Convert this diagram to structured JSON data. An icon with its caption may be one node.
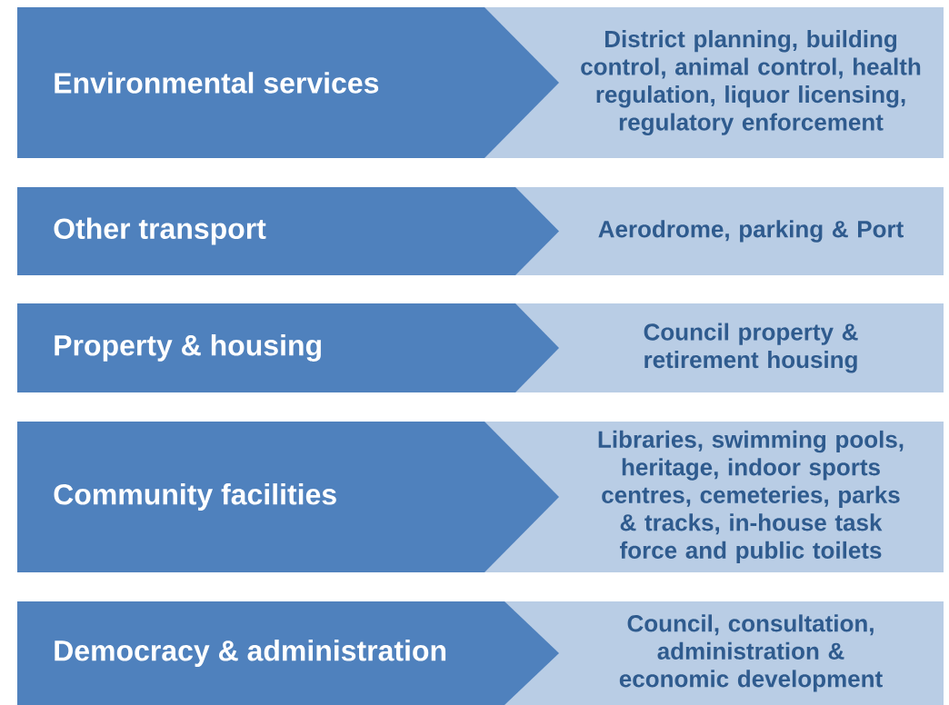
{
  "diagram": {
    "nodes": [
      {
        "text": [
          "Environmental services"
        ]
      },
      {
        "text": [
          "District planning, building control, animal control, health regulation, liquor licensing, regulatory enforcement"
        ]
      },
      {
        "text": [
          "Other transport"
        ]
      },
      {
        "text": [
          "Aerodrome, parking & Port"
        ]
      },
      {
        "text": [
          "Property & housing"
        ]
      },
      {
        "text": [
          "Council property & retirement housing"
        ]
      },
      {
        "text": [
          "Community facilities"
        ]
      },
      {
        "text": [
          "Libraries, swimming pools, heritage, indoor sports centres, cemeteries, parks & tracks, in-house task force and public toilets"
        ]
      },
      {
        "text": [
          "Democracy & administration"
        ]
      },
      {
        "text": [
          "Council, consultation, administration & economic development"
        ]
      }
    ]
  }
}
